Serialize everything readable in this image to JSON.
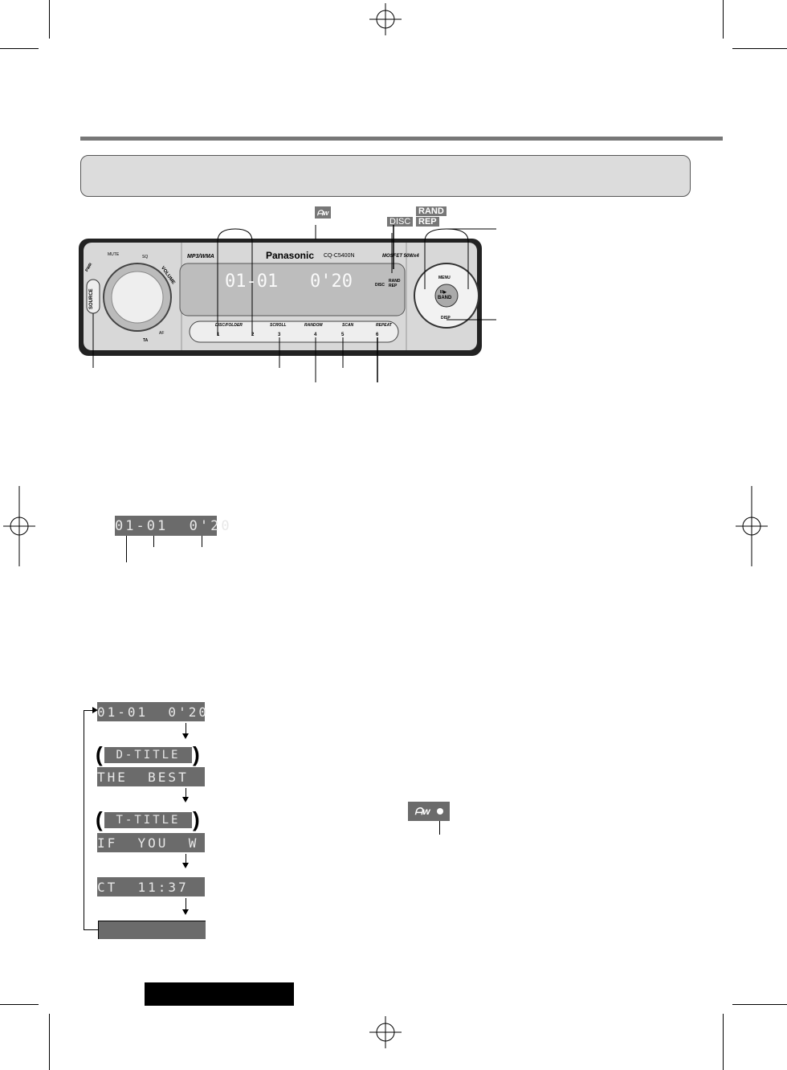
{
  "device": {
    "brand": "Panasonic",
    "model": "CQ-C5400N",
    "format_logo": "MP3/WMA",
    "amp_label": "MOSFET 50Wx4",
    "buttons": {
      "source": "SOURCE",
      "pwr": "PWR",
      "mute": "MUTE",
      "sq": "SQ",
      "ta": "TA",
      "af": "AF",
      "volume": "VOLUME",
      "menu": "MENU",
      "band": "BAND",
      "play_pause": "II/▶",
      "disp": "DISP",
      "preset_labels": [
        "DISC/FOLDER",
        "SCROLL",
        "RANDOM",
        "SCAN",
        "REPEAT"
      ],
      "preset_numbers": [
        "1",
        "2",
        "3",
        "4",
        "5",
        "6"
      ]
    },
    "display_text": "01-01   0'20",
    "display_indicators": {
      "rand": "RAND",
      "rep": "REP",
      "disc": "DISC"
    }
  },
  "indicator_tags": {
    "rand": "RAND",
    "disc": "DISC",
    "rep": "REP",
    "wma_icon": "wma-logo-icon"
  },
  "sample_display": "01-01  0'20",
  "flow": [
    {
      "header": "",
      "text": "01-01  0'20"
    },
    {
      "header": "D-TITLE",
      "text": "THE  BEST"
    },
    {
      "header": "T-TITLE",
      "text": "IF  YOU  W"
    },
    {
      "header": "",
      "text": "CT  11:37"
    },
    {
      "header": "",
      "text": ""
    }
  ],
  "colors": {
    "lcd": "#6b6b6b",
    "rule": "#777777",
    "header_box": "#dcdcdc"
  }
}
